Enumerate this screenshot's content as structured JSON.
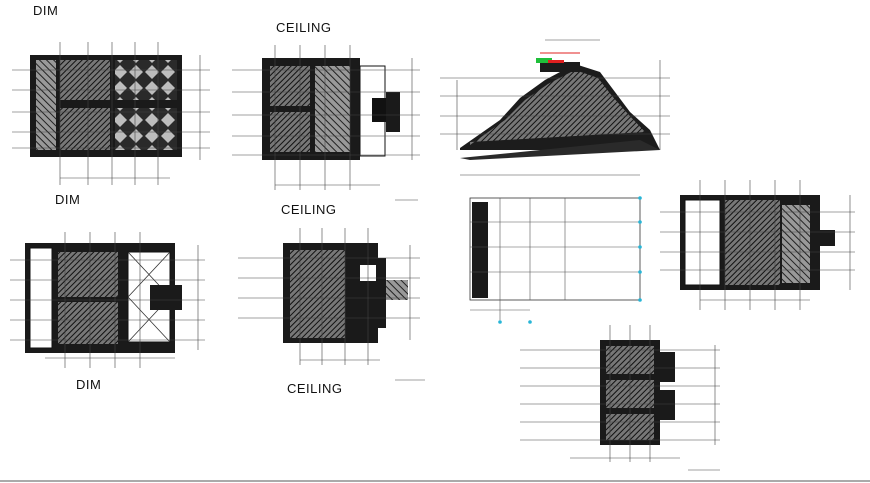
{
  "labels": {
    "dim_1": "DIM",
    "ceiling_1": "CEILING",
    "dim_2": "DIM",
    "ceiling_2": "CEILING",
    "dim_3": "DIM",
    "ceiling_3": "CEILING"
  },
  "colors": {
    "ink": "#111111",
    "hatch": "#444444",
    "grid": "#555555",
    "accent_green": "#1fbf3a",
    "accent_red": "#e02020",
    "accent_cyan": "#27b5d6",
    "background": "#ffffff"
  }
}
